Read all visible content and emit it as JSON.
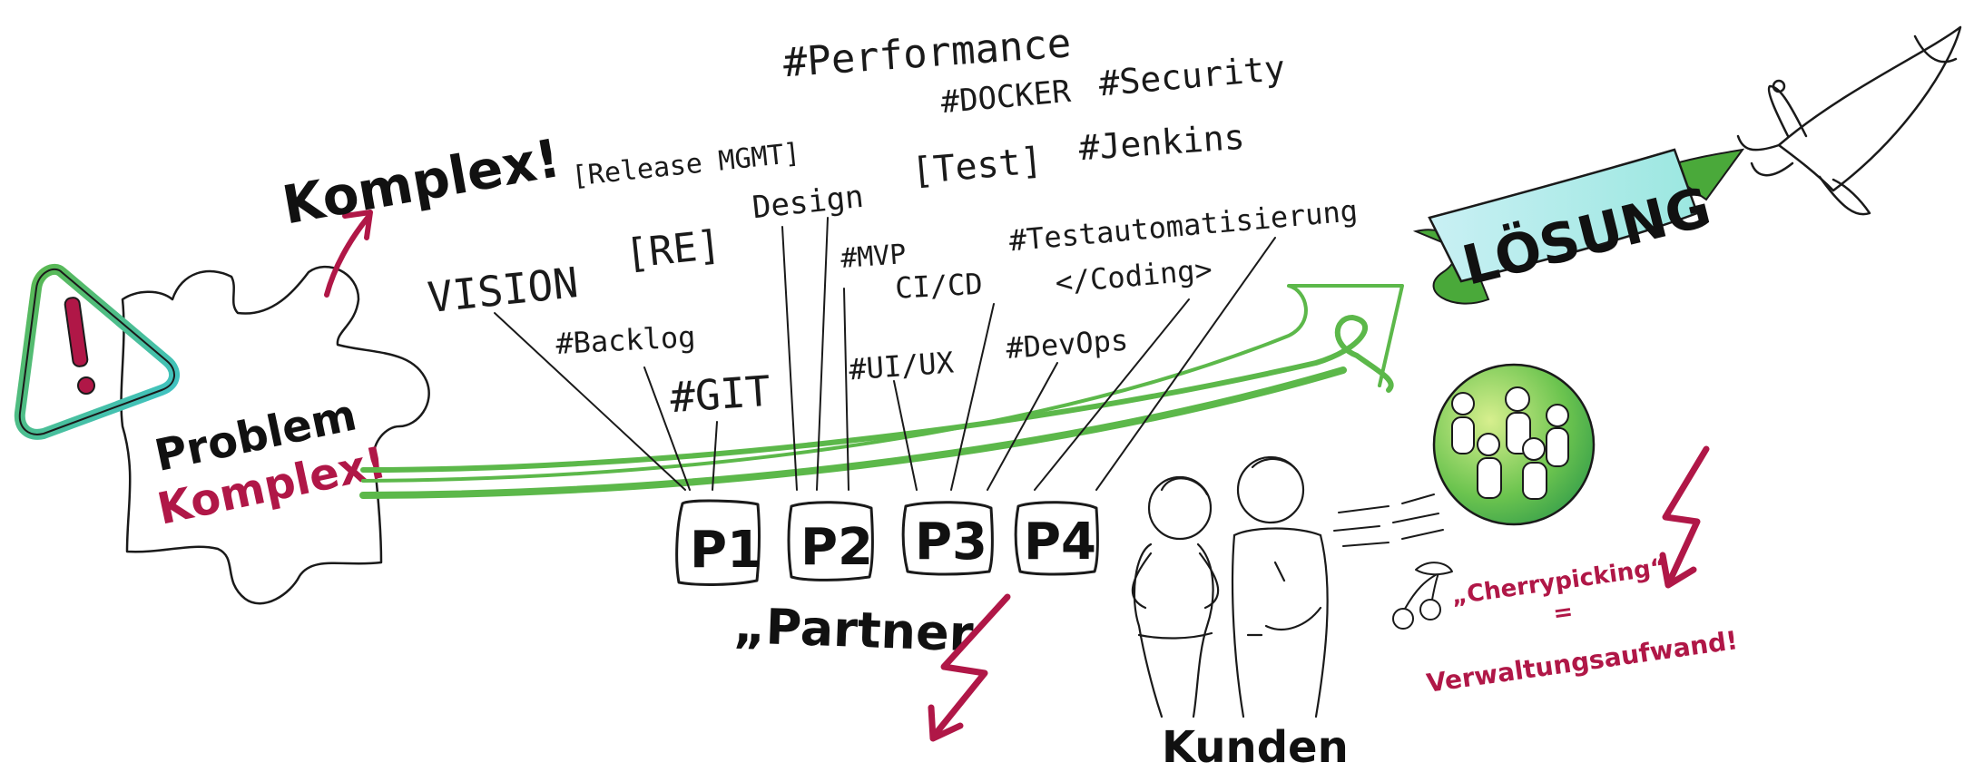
{
  "colors": {
    "ink": "#1a1a1a",
    "accent_red": "#b01747",
    "green": "#5cb84a",
    "teal": "#3cc4d4",
    "banner_light": "#c9f0f4"
  },
  "problem": {
    "top_label": "Komplex!",
    "title": "Problem",
    "subtitle": "Komplex!"
  },
  "tags": {
    "performance": "#Performance",
    "docker": "#DOCKER",
    "security": "#Security",
    "release": "[Release MGMT]",
    "design": "Design",
    "test": "[Test]",
    "jenkins": "#Jenkins",
    "testautomation": "#Testautomatisierung",
    "vision": "VISION",
    "re": "[RE]",
    "mvp": "#MVP",
    "cicd": "CI/CD",
    "coding": "</Coding>",
    "backlog": "#Backlog",
    "git": "#GIT",
    "uiux": "#UI/UX",
    "devops": "#DevOps"
  },
  "partners": {
    "items": [
      "P1",
      "P2",
      "P3",
      "P4"
    ],
    "label": "„Partner"
  },
  "solution": {
    "banner": "LÖSUNG"
  },
  "customers": {
    "label": "Kunden",
    "note_line1": "„Cherrypicking“",
    "note_eq": "=",
    "note_line2": "Verwaltungsaufwand!"
  },
  "icons": [
    "warning-icon",
    "puzzle-piece-icon",
    "rocket-icon",
    "lightning-bolt-icon",
    "cherry-icon",
    "people-group-icon"
  ]
}
